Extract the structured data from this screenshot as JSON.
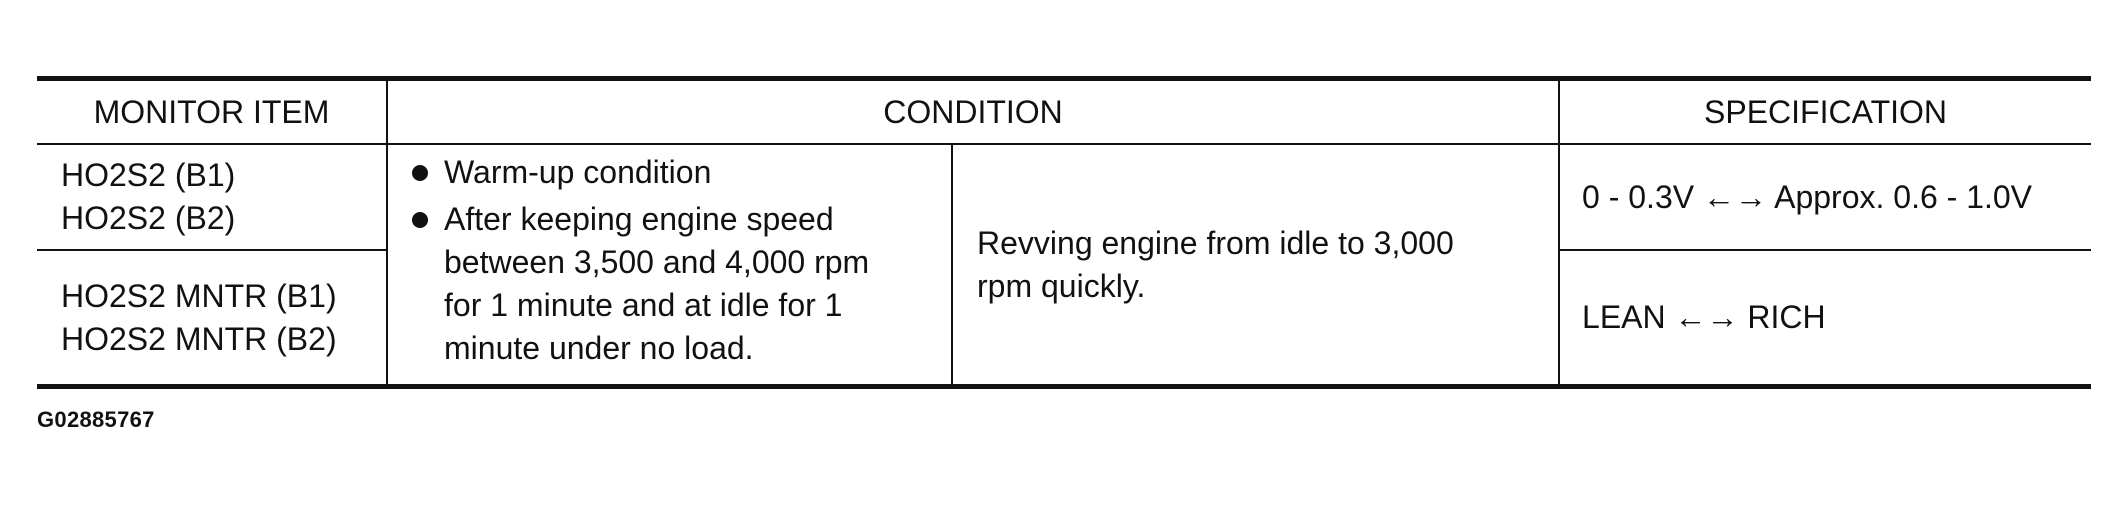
{
  "table": {
    "headers": {
      "monitor_item": "MONITOR ITEM",
      "condition": "CONDITION",
      "specification": "SPECIFICATION"
    },
    "rows": [
      {
        "monitor_items": [
          "HO2S2 (B1)",
          "HO2S2 (B2)"
        ],
        "specification": "0 - 0.3V ←→ Approx. 0.6 - 1.0V"
      },
      {
        "monitor_items": [
          "HO2S2 MNTR (B1)",
          "HO2S2 MNTR (B2)"
        ],
        "specification": "LEAN ←→ RICH"
      }
    ],
    "condition": {
      "bullets": [
        [
          "Warm-up condition"
        ],
        [
          "After keeping engine speed",
          "between 3,500 and 4,000 rpm",
          "for 1 minute and at idle for 1",
          "minute under no load."
        ]
      ],
      "operation": [
        "Revving engine from idle to 3,000",
        "rpm quickly."
      ]
    }
  },
  "figure_code": "G02885767"
}
